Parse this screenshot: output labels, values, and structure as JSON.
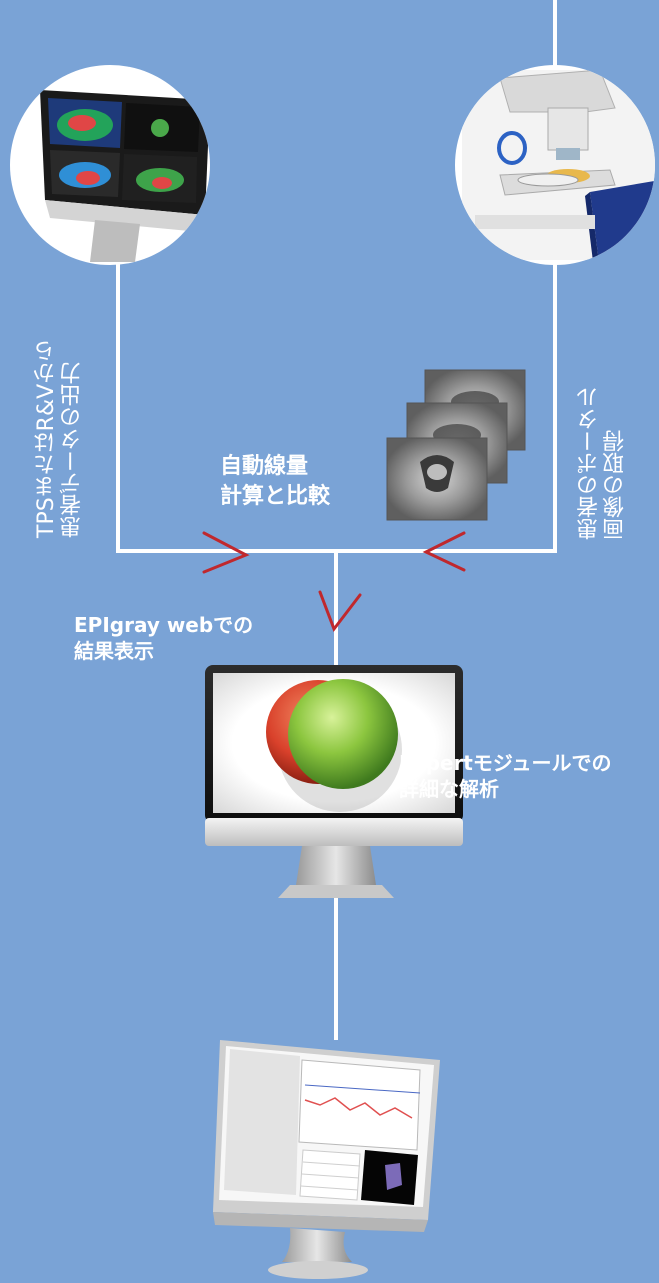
{
  "labels": {
    "tps_line1": "TPSまたはR&Vから",
    "tps_line2": "患者データの出力",
    "portal_line1": "患者のポータル",
    "portal_line2": "画像の取得",
    "auto_line1": "自動線量",
    "auto_line2": "計算と比較",
    "web_line1": "EPIgray webでの",
    "web_line2": "結果表示",
    "expert_line1": "Expertモジュールでの",
    "expert_line2": "詳細な解析"
  },
  "colors": {
    "background": "#7aa3d6",
    "line": "#ffffff",
    "arrow": "#c0282d",
    "result_red": "#d9412b",
    "result_green": "#8cc63f"
  },
  "icons": {
    "tps_monitor": "tps-monitor-icon",
    "linac": "linac-icon",
    "portal_images": "portal-image-stack-icon",
    "result_monitor": "result-monitor-icon",
    "expert_monitor": "expert-monitor-icon"
  }
}
